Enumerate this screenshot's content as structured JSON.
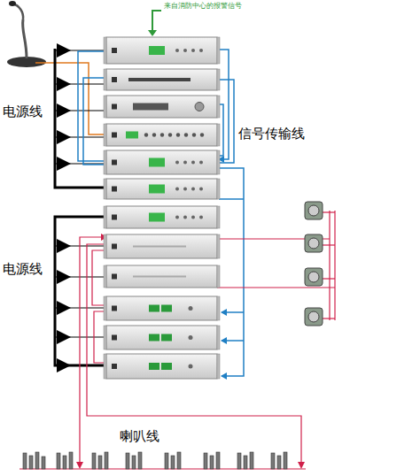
{
  "diagram": {
    "labels": [
      "来自消防中心的报警信号",
      "电源线",
      "信号传输线",
      "电源线",
      "喇叭线"
    ]
  }
}
